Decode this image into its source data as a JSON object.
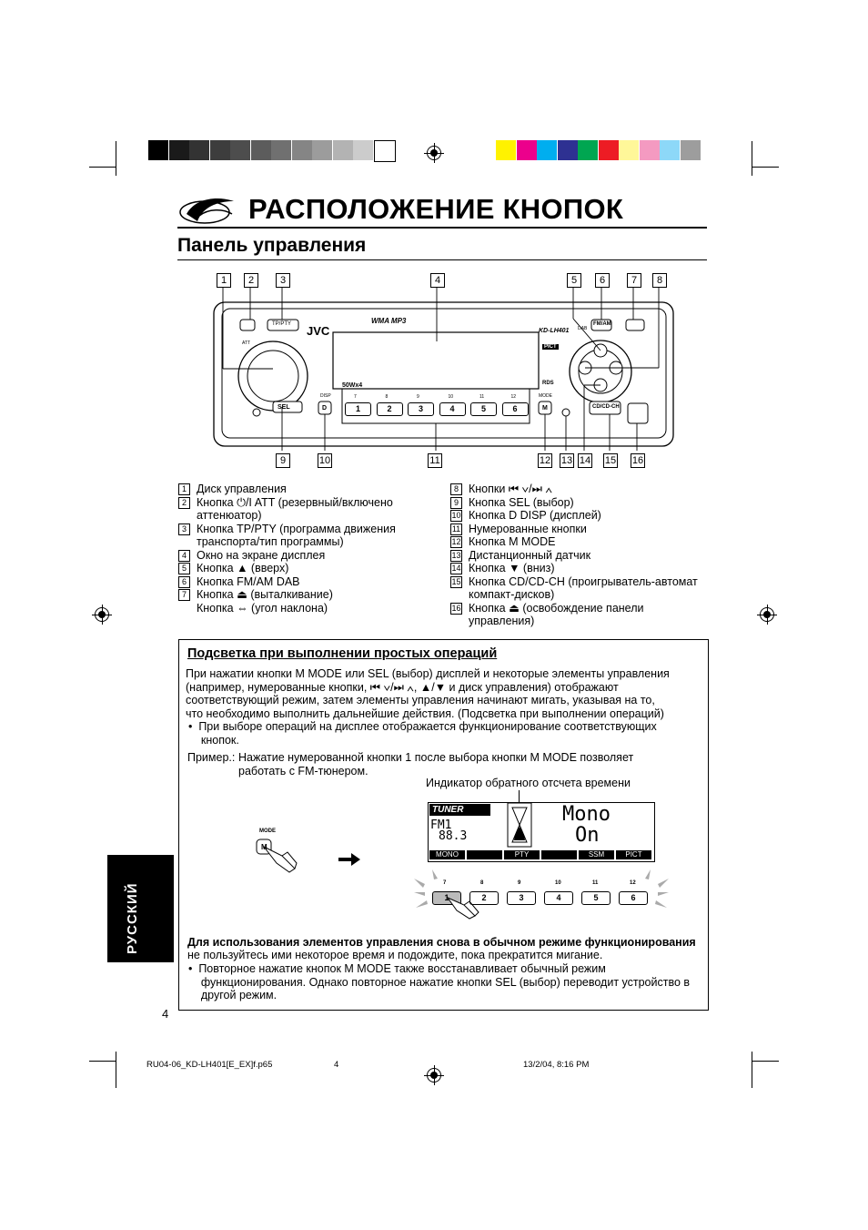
{
  "page": {
    "title": "РАСПОЛОЖЕНИЕ КНОПОК",
    "subtitle": "Панель управления",
    "page_number": "4",
    "side_tab": "РУССКИЙ"
  },
  "colors": {
    "gray_bar": [
      "#000000",
      "#1a1a1a",
      "#333333",
      "#3d3d3d",
      "#4d4d4d",
      "#5c5c5c",
      "#707070",
      "#858585",
      "#9c9c9c",
      "#b3b3b3",
      "#cccccc",
      "#ffffff"
    ],
    "color_bar": [
      "#fff200",
      "#ec008c",
      "#00aeef",
      "#2e3192",
      "#00a651",
      "#ed1c24",
      "#fff799",
      "#f49ac1",
      "#8dd8f8",
      "#9d9d9d"
    ]
  },
  "callouts": {
    "top": [
      "1",
      "2",
      "3",
      "4",
      "5",
      "6",
      "7",
      "8"
    ],
    "bottom": [
      "9",
      "10",
      "11",
      "12",
      "13",
      "14",
      "15",
      "16"
    ]
  },
  "device": {
    "brand": "JVC",
    "format_label": "WMA  MP3",
    "model": "KD-LH401",
    "power_label": "50Wx4",
    "tp_pty_label": "TP/PTY",
    "fm_am_label": "FM/AM",
    "dab_label": "DAB",
    "att_label": "ATT",
    "sel_label": "SEL",
    "disp_label": "DISP",
    "d_label": "D",
    "mode_label": "MODE",
    "m_label": "M",
    "cd_label": "CD/CD-CH",
    "pict_label": "PICT",
    "rds_label": "RDS",
    "preset_numbers": [
      "1",
      "2",
      "3",
      "4",
      "5",
      "6"
    ],
    "preset_alt": [
      "7",
      "8",
      "9",
      "10",
      "11",
      "12"
    ]
  },
  "legend_left": [
    {
      "n": "1",
      "text": "Диск управления"
    },
    {
      "n": "2",
      "text": "Кнопка ⏻/I ATT (резервный/включено\nаттенюатор)"
    },
    {
      "n": "3",
      "text": "Кнопка TP/PTY (программа движения\nтранспорта/тип программы)"
    },
    {
      "n": "4",
      "text": "Окно на экране дисплея"
    },
    {
      "n": "5",
      "text": "Кнопка ▲ (вверх)"
    },
    {
      "n": "6",
      "text": "Кнопка FM/AM DAB"
    },
    {
      "n": "7",
      "text": "Кнопка ⏏ (выталкивание)\nКнопка ⇔ (угол наклона)"
    }
  ],
  "legend_right": [
    {
      "n": "8",
      "text": "Кнопки ⏮ ∨/⏭ ∧"
    },
    {
      "n": "9",
      "text": "Кнопка SEL (выбор)"
    },
    {
      "n": "10",
      "text": "Кнопка D DISP (дисплей)"
    },
    {
      "n": "11",
      "text": "Нумерованные кнопки"
    },
    {
      "n": "12",
      "text": "Кнопка M MODE"
    },
    {
      "n": "13",
      "text": "Дистанционный датчик"
    },
    {
      "n": "14",
      "text": "Кнопка ▼ (вниз)"
    },
    {
      "n": "15",
      "text": "Кнопка CD/CD-CH (проигрыватель-автомат\nкомпакт-дисков)"
    },
    {
      "n": "16",
      "text": "Кнопка ⏏ (освобождение панели\nуправления)"
    }
  ],
  "box": {
    "heading": "Подсветка при выполнении простых операций",
    "para1": "При нажатии кнопки M MODE или SEL (выбор) дисплей и некоторые элементы управления\n(например, нумерованные кнопки, ⏮ ∨/⏭ ∧, ▲/▼ и диск управления) отображают\nсоответствующий режим, затем элементы управления начинают мигать, указывая на то,\nчто необходимо выполнить дальнейшие действия. (Подсветка при выполнении операций)",
    "bullet1": "•  При выборе операций на дисплее отображается функционирование соответствующих\n    кнопок.",
    "example_label": "Пример.:",
    "example_text": "Нажатие нумерованной кнопки 1 после выбора кнопки M MODE позволяет\nработать с FM-тюнером.",
    "indicator_caption": "Индикатор обратного отсчета времени",
    "mode_label": "MODE",
    "m_label": "M",
    "display": {
      "tuner": "TUNER",
      "band": "FM1",
      "freq": "88.3",
      "big1": "Mono",
      "big2": "On",
      "tabs": [
        "MONO",
        "",
        "PTY",
        "",
        "SSM",
        "PICT"
      ]
    },
    "presets": [
      "1",
      "2",
      "3",
      "4",
      "5",
      "6"
    ],
    "presets_alt": [
      "7",
      "8",
      "9",
      "10",
      "11",
      "12"
    ],
    "bold_line": "Для использования элементов управления снова в обычном режиме функционирования",
    "line2": "не пользуйтесь ими некоторое время и подождите, пока прекратится мигание.",
    "bullet2": "•  Повторное нажатие кнопок M MODE также восстанавливает обычный режим\n    функционирования. Однако повторное нажатие кнопки SEL (выбор) переводит устройство в\n    другой режим."
  },
  "footer": {
    "file": "RU04-06_KD-LH401[E_EX]f.p65",
    "page": "4",
    "date": "13/2/04, 8:16 PM"
  }
}
